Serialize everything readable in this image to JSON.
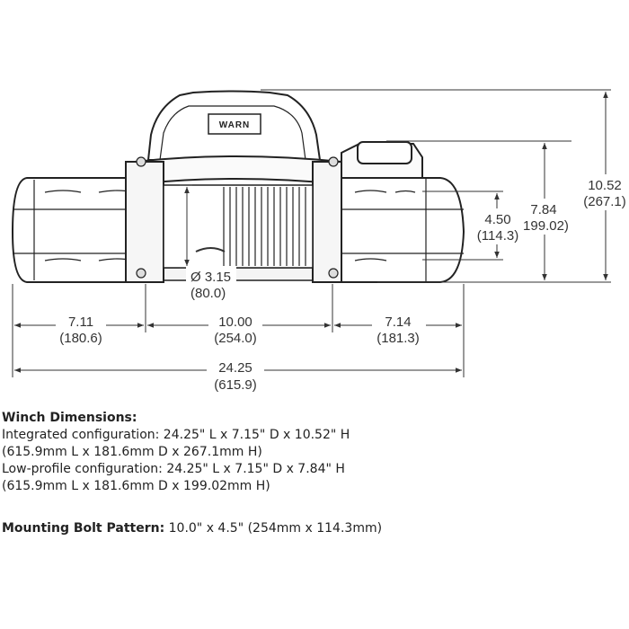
{
  "diagram": {
    "logo_text": "WARN",
    "dimensions": {
      "overall_height": {
        "in": "10.52",
        "mm": "(267.1)"
      },
      "lowprofile_height": {
        "in": "7.84",
        "mm": "(199.02)"
      },
      "bolt_depth": {
        "in": "4.50",
        "mm": "(114.3)"
      },
      "drum_diameter": {
        "in": "Ø 3.15",
        "mm": "(80.0)"
      },
      "left_section": {
        "in": "7.11",
        "mm": "(180.6)"
      },
      "drum_length": {
        "in": "10.00",
        "mm": "(254.0)"
      },
      "right_section": {
        "in": "7.14",
        "mm": "(181.3)"
      },
      "overall_length": {
        "in": "24.25",
        "mm": "(615.9)"
      }
    }
  },
  "specs": {
    "winch_heading": "Winch Dimensions:",
    "integrated_line1": "Integrated configuration: 24.25\" L x 7.15\" D x 10.52\" H",
    "integrated_line2": "(615.9mm L x 181.6mm D x 267.1mm H)",
    "lowprofile_line1": "Low-profile configuration: 24.25\" L x 7.15\" D x 7.84\" H",
    "lowprofile_line2": "(615.9mm L x 181.6mm D x 199.02mm H)",
    "bolt_heading": "Mounting Bolt Pattern:",
    "bolt_value": " 10.0\" x 4.5\" (254mm x 114.3mm)"
  }
}
